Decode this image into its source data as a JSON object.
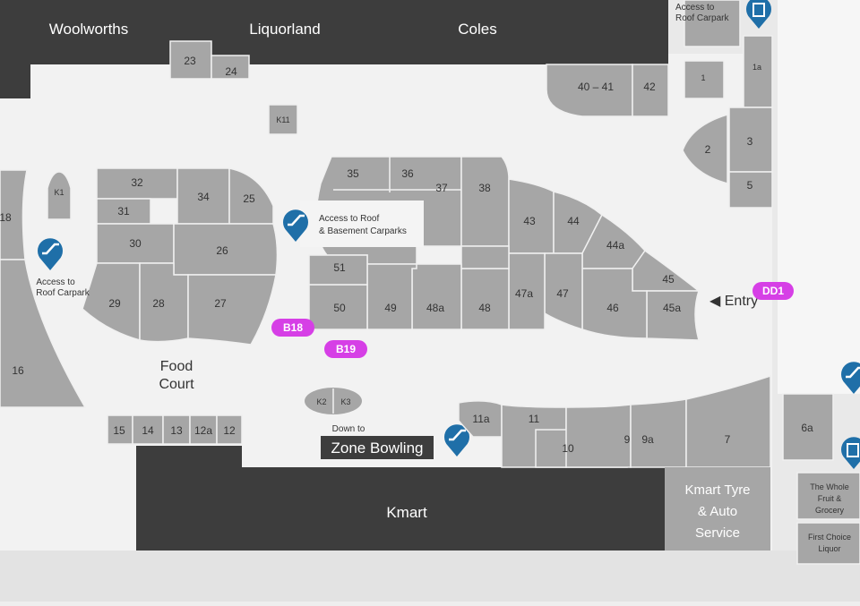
{
  "colors": {
    "anchor": "#3d3d3d",
    "store": "#a6a6a6",
    "walkway": "#f2f2f2",
    "badge": "#d63fe6",
    "pin": "#1f6fa8"
  },
  "anchors": {
    "woolworths": "Woolworths",
    "liquorland": "Liquorland",
    "coles": "Coles",
    "kmart": "Kmart",
    "kmart_tyre_1": "Kmart Tyre",
    "kmart_tyre_2": "& Auto",
    "kmart_tyre_3": "Service",
    "zone_bowling": "Zone Bowling"
  },
  "labels": {
    "food_court_1": "Food",
    "food_court_2": "Court",
    "entry": "◀ Entry",
    "down_to": "Down to",
    "access_roof_left_1": "Access to",
    "access_roof_left_2": "Roof Carpark",
    "access_roof_basement_1": "Access to Roof",
    "access_roof_basement_2": "& Basement Carparks",
    "access_roof_top_1": "Access to",
    "access_roof_top_2": "Roof Carpark",
    "whole_fruit_1": "The Whole",
    "whole_fruit_2": "Fruit &",
    "whole_fruit_3": "Grocery",
    "first_choice_1": "First Choice",
    "first_choice_2": "Liquor"
  },
  "badges": {
    "b18": "B18",
    "b19": "B19",
    "dd1": "DD1"
  },
  "shops": {
    "s23": "23",
    "s24": "24",
    "k11": "K11",
    "s40_41": "40 – 41",
    "s42": "42",
    "s1": "1",
    "s1a": "1a",
    "s2": "2",
    "s3": "3",
    "s5": "5",
    "s18": "18",
    "k1": "K1",
    "s32": "32",
    "s31": "31",
    "s34": "34",
    "s25": "25",
    "s30": "30",
    "s26": "26",
    "s29": "29",
    "s28": "28",
    "s27": "27",
    "s16": "16",
    "s35": "35",
    "s36": "36",
    "s37": "37",
    "s38": "38",
    "s43": "43",
    "s44": "44",
    "s44a": "44a",
    "s45": "45",
    "s45a": "45a",
    "s46": "46",
    "s47": "47",
    "s47a": "47a",
    "s48": "48",
    "s48a": "48a",
    "s49": "49",
    "s50": "50",
    "s51": "51",
    "s15": "15",
    "s14": "14",
    "s13": "13",
    "s12a": "12a",
    "s12": "12",
    "k2": "K2",
    "k3": "K3",
    "s11a": "11a",
    "s11": "11",
    "s10": "10",
    "s9": "9",
    "s9a": "9a",
    "s7": "7",
    "s6a": "6a"
  }
}
